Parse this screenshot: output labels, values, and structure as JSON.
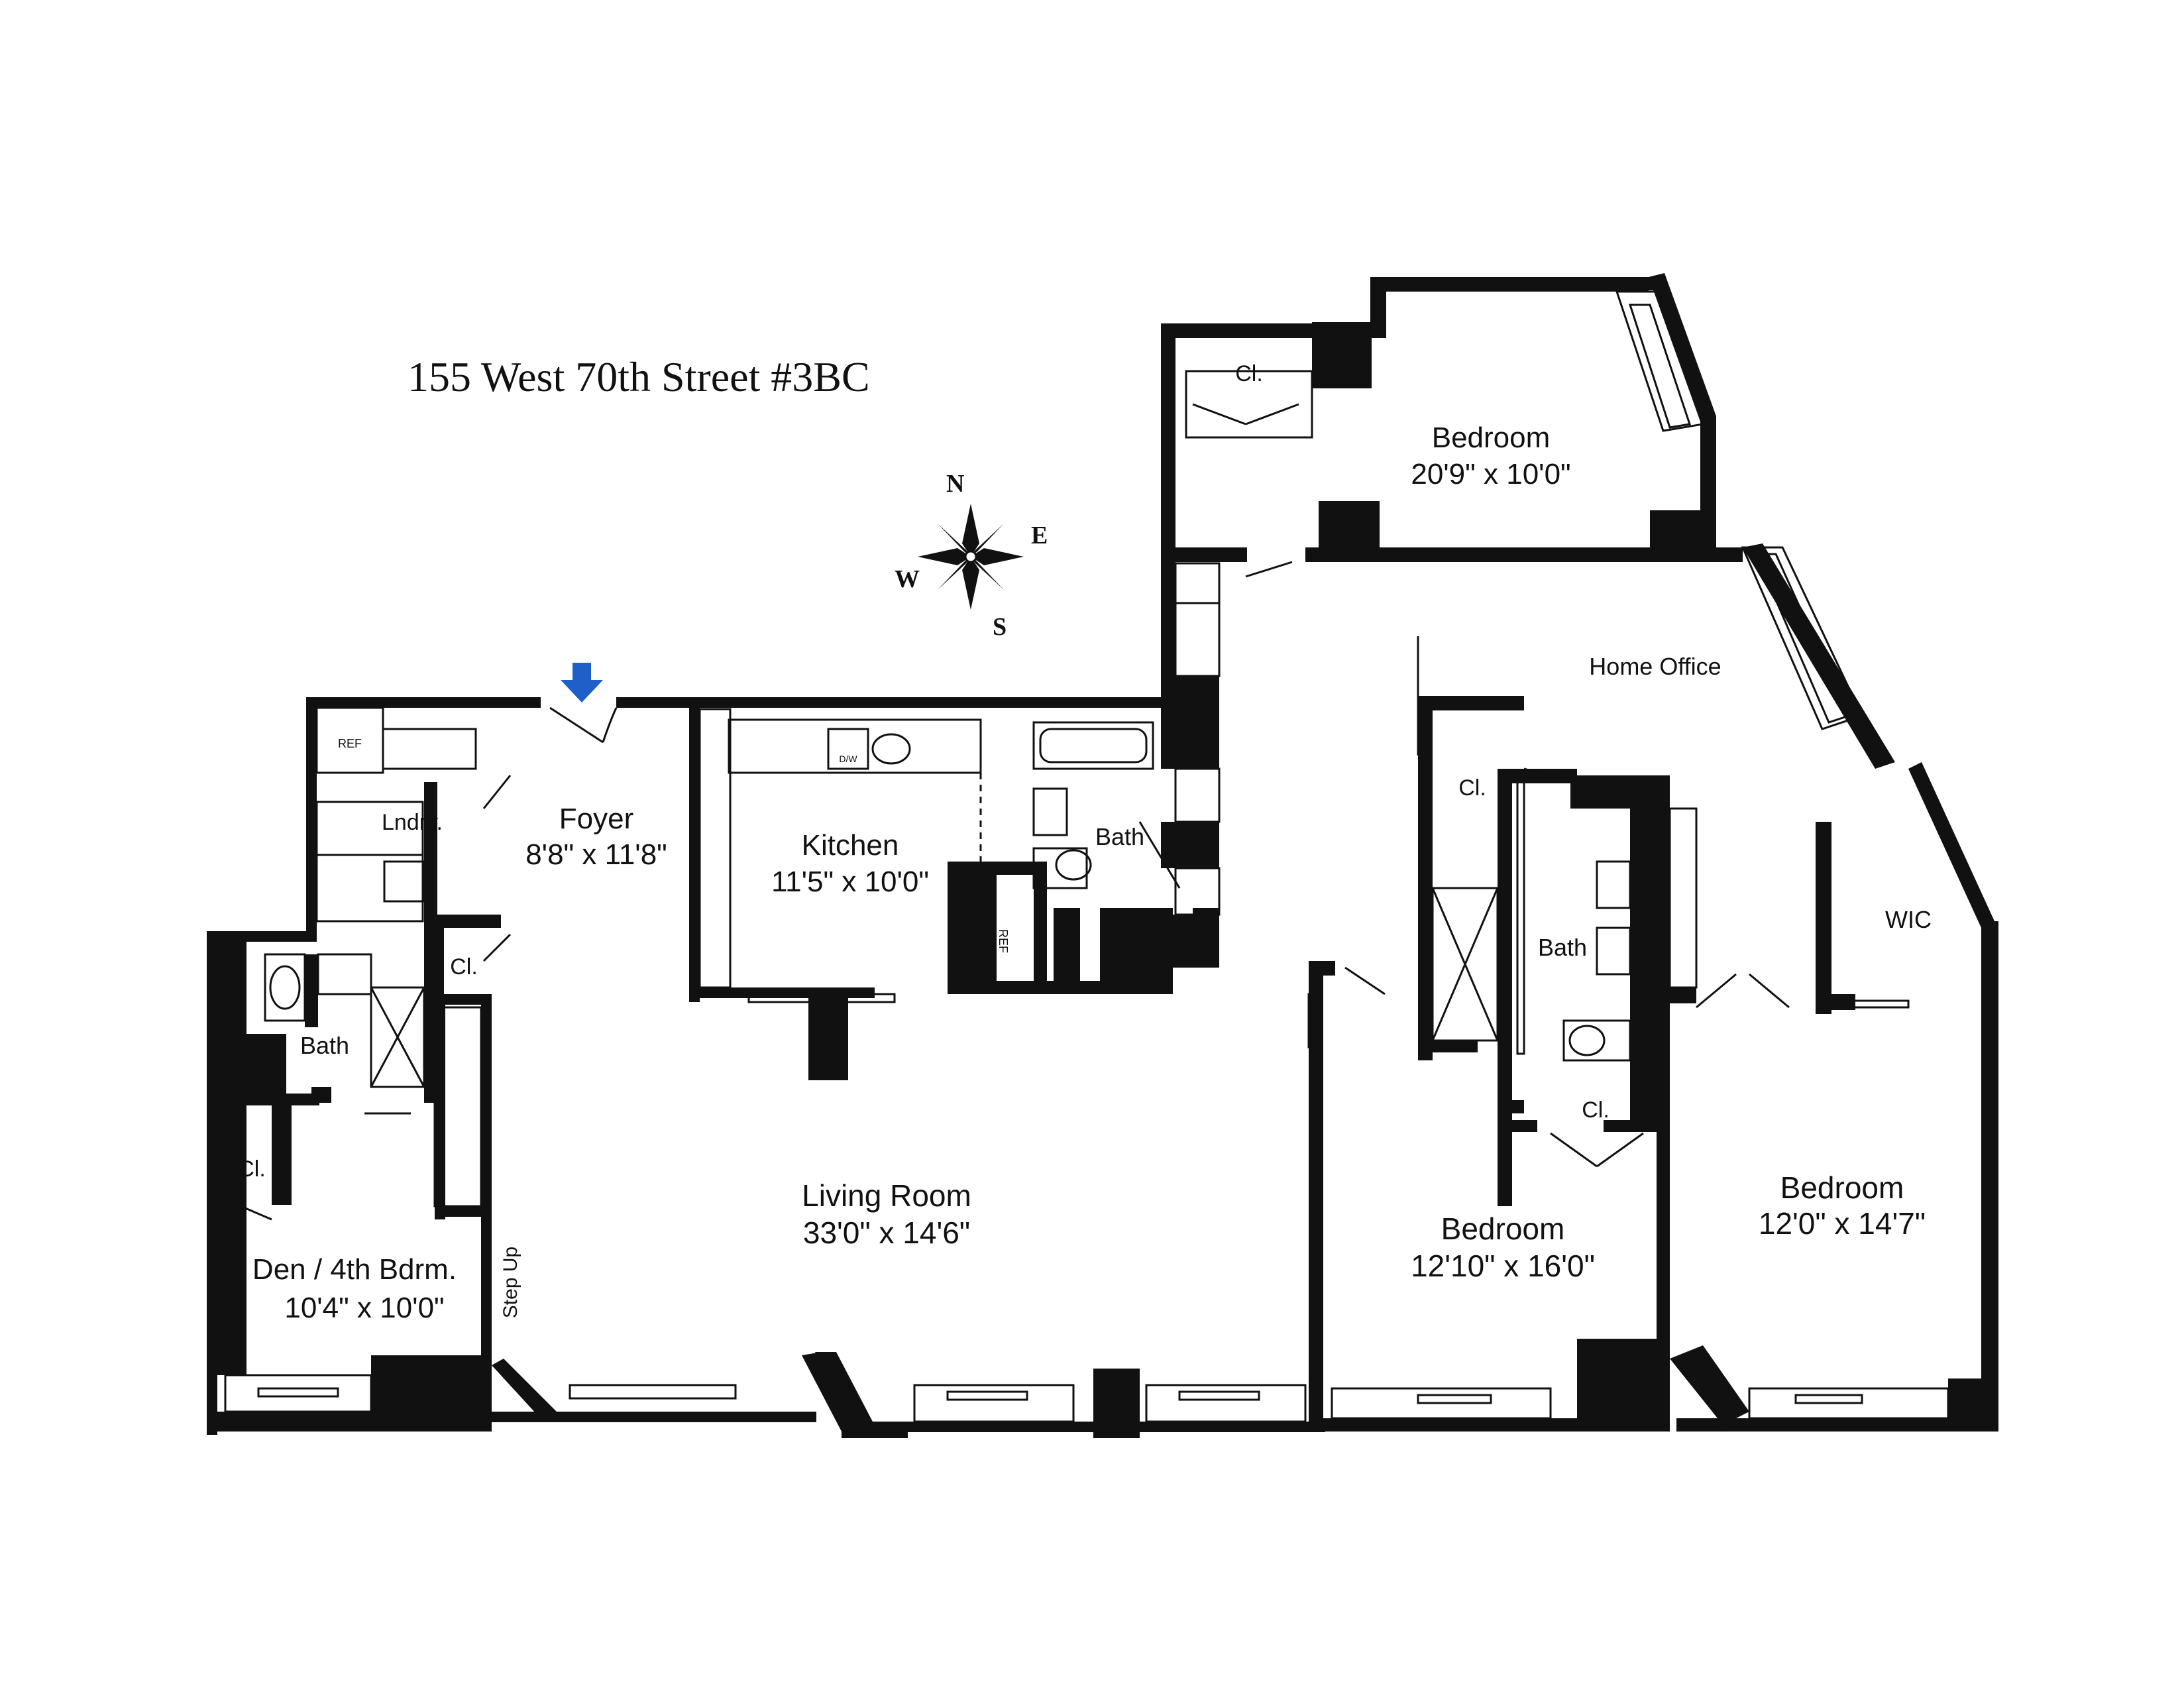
{
  "title": "155 West 70th Street #3BC",
  "compass": {
    "n": "N",
    "e": "E",
    "s": "S",
    "w": "W"
  },
  "colors": {
    "ink": "#111111",
    "entry_arrow": "#1e5fc8",
    "paper": "#ffffff"
  },
  "rooms": {
    "bedroom_north": {
      "name": "Bedroom",
      "dims": "20'9\" x 10'0\""
    },
    "home_office": {
      "name": "Home Office"
    },
    "foyer": {
      "name": "Foyer",
      "dims": "8'8\" x 11'8\""
    },
    "kitchen": {
      "name": "Kitchen",
      "dims": "11'5\" x 10'0\""
    },
    "living_room": {
      "name": "Living Room",
      "dims": "33'0\" x 14'6\""
    },
    "den": {
      "name": "Den / 4th Bdrm.",
      "dims": "10'4\" x 10'0\""
    },
    "bedroom_middle": {
      "name": "Bedroom",
      "dims": "12'10\" x 16'0\""
    },
    "bedroom_east": {
      "name": "Bedroom",
      "dims": "12'0\" x 14'7\""
    }
  },
  "labels": {
    "laundry": "Lndry.",
    "bath": "Bath",
    "closet": "Cl.",
    "wic": "WIC",
    "step_up": "Step Up",
    "ref": "REF",
    "dw": "D/W"
  }
}
